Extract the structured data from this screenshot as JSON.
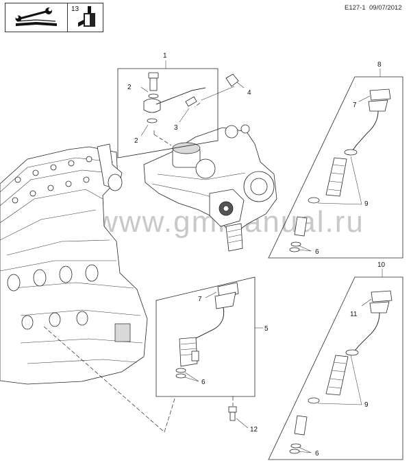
{
  "header": {
    "code": "E127-1",
    "date": "09/07/2012",
    "badge_number": "13"
  },
  "icons": {
    "badge_left": "wrench-book-icon",
    "badge_right": "lubricant-bottle-icon"
  },
  "watermark": "www.gmmanual.ru",
  "callouts": {
    "c1": "1",
    "c2a": "2",
    "c2b": "2",
    "c3": "3",
    "c4": "4",
    "c5": "5",
    "c6a": "6",
    "c6b": "6",
    "c6c": "6",
    "c7a": "7",
    "c7b": "7",
    "c8": "8",
    "c9a": "9",
    "c9b": "9",
    "c10": "10",
    "c11": "11",
    "c12": "12"
  }
}
